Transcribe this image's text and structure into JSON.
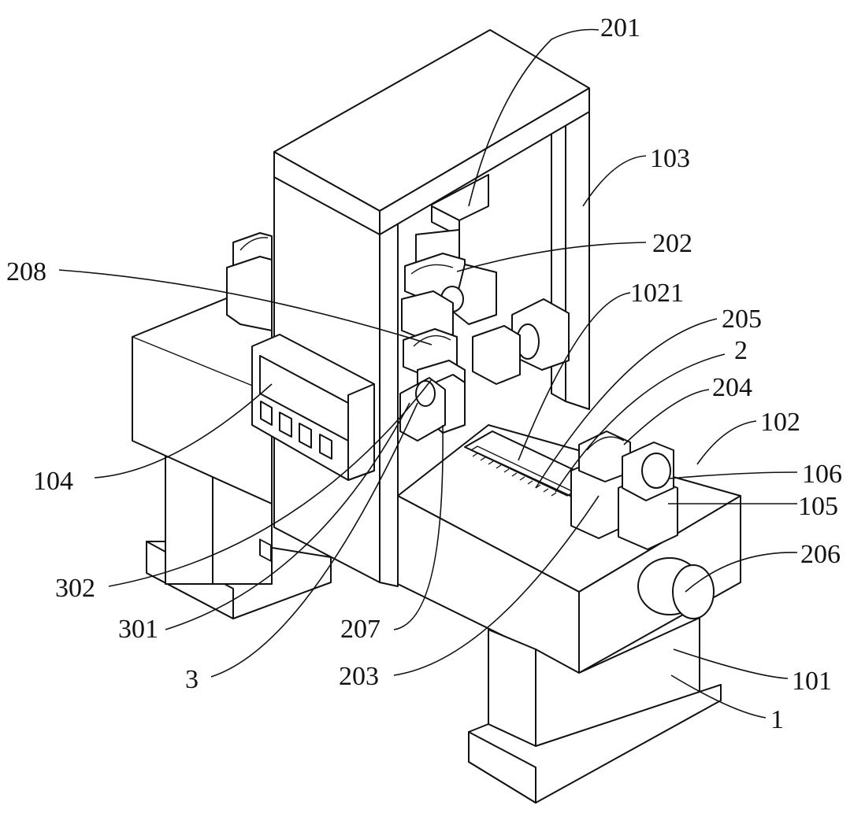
{
  "labels": {
    "l201": "201",
    "l103": "103",
    "l202": "202",
    "l208": "208",
    "l1021": "1021",
    "l205": "205",
    "l2": "2",
    "l204": "204",
    "l102": "102",
    "l106": "106",
    "l105": "105",
    "l206": "206",
    "l104": "104",
    "l302": "302",
    "l301": "301",
    "l207": "207",
    "l3": "3",
    "l203": "203",
    "l101": "101",
    "l1": "1"
  },
  "colors": {
    "line": "#111111",
    "background": "#ffffff"
  }
}
